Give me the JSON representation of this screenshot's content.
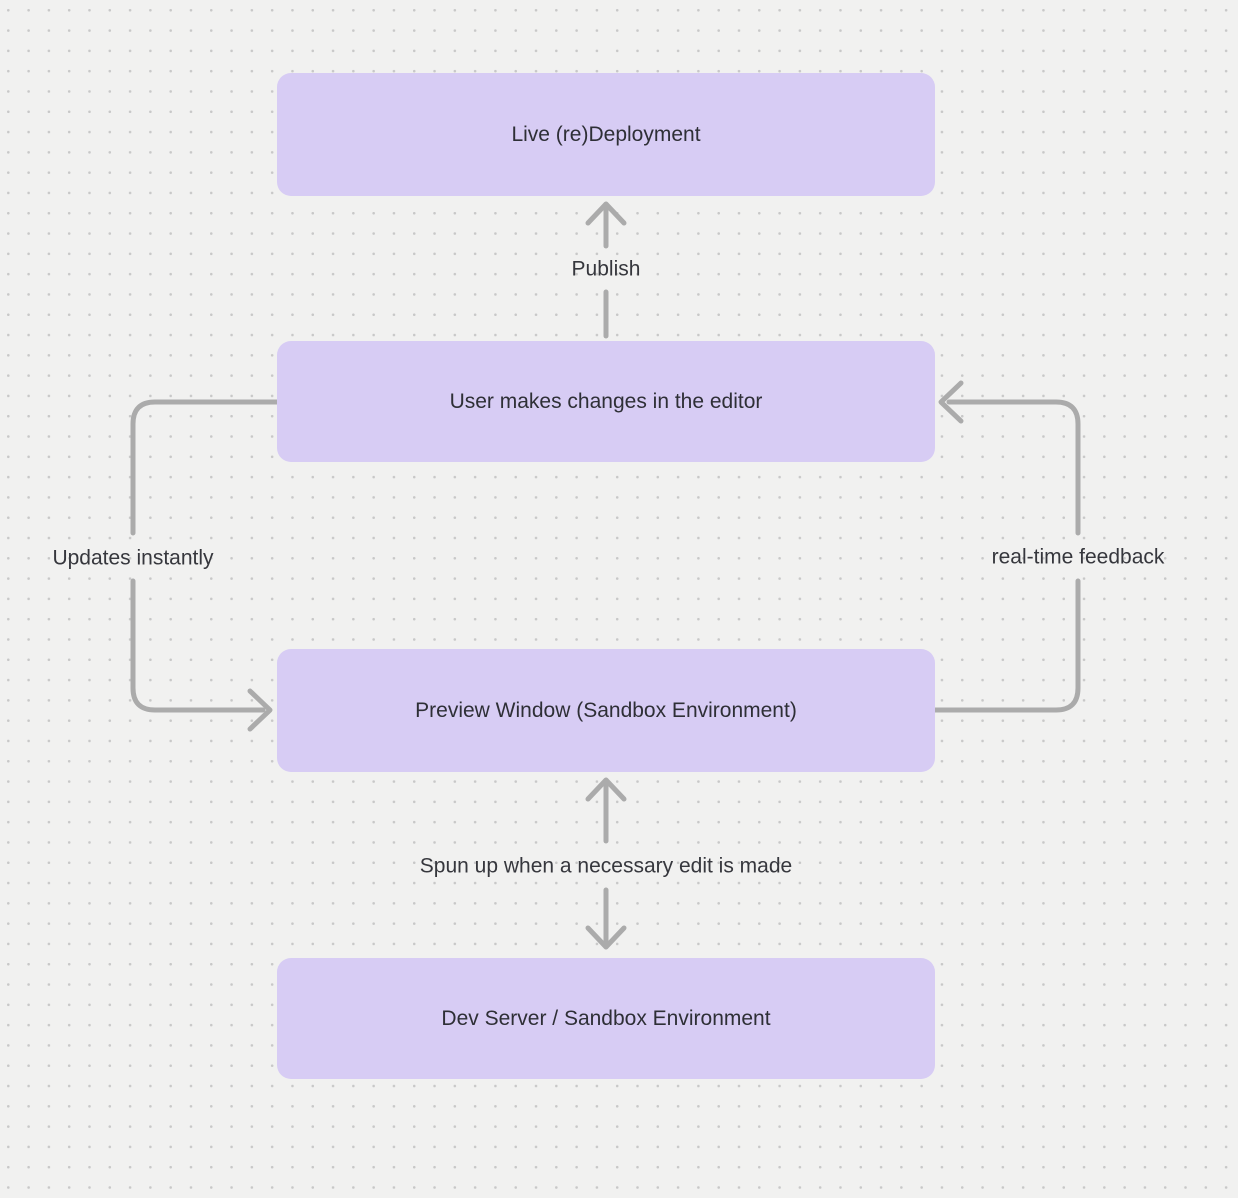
{
  "diagram": {
    "nodes": [
      {
        "id": "live-redeployment",
        "label": "Live (re)Deployment"
      },
      {
        "id": "user-editor",
        "label": "User makes changes in the editor"
      },
      {
        "id": "preview-window",
        "label": "Preview Window (Sandbox Environment)"
      },
      {
        "id": "dev-server",
        "label": "Dev Server / Sandbox Environment"
      }
    ],
    "edges": [
      {
        "id": "publish",
        "label": "Publish",
        "from": "user-editor",
        "to": "live-redeployment",
        "direction": "up"
      },
      {
        "id": "updates-instantly",
        "label": "Updates instantly",
        "from": "user-editor",
        "to": "preview-window",
        "side": "left",
        "direction": "down"
      },
      {
        "id": "realtime-feedback",
        "label": "real-time feedback",
        "from": "preview-window",
        "to": "user-editor",
        "side": "right",
        "direction": "up"
      },
      {
        "id": "spun-up",
        "label": "Spun up when a necessary edit is made",
        "from": "preview-window",
        "to": "dev-server",
        "direction": "both"
      }
    ],
    "colors": {
      "background": "#f1f1f0",
      "dot": "#c8c8c8",
      "node_fill": "#d7ccf4",
      "node_text": "#2e2f36",
      "label_text": "#36373d",
      "arrow": "#ababab"
    }
  }
}
